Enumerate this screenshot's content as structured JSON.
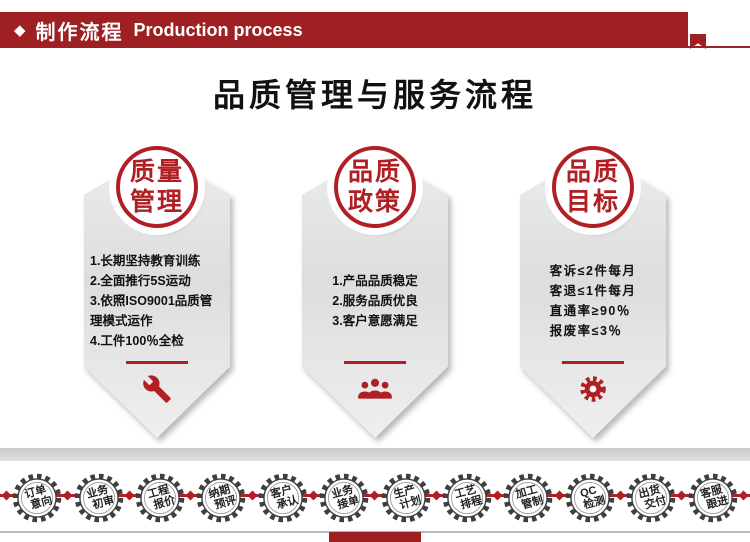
{
  "header": {
    "diamond_icon": "◆",
    "title_zh": "制作流程",
    "title_en": "Production process"
  },
  "main_title": "品质管理与服务流程",
  "cards": [
    {
      "circle_line1": "质量",
      "circle_line2": "管理",
      "items": [
        "1.长期坚持教育训练",
        "2.全面推行5S运动",
        "3.依照ISO9001品质管理模式运作",
        "4.工件100％全检"
      ],
      "icon": "wrench-icon"
    },
    {
      "circle_line1": "品质",
      "circle_line2": "政策",
      "items": [
        "1.产品品质稳定",
        "2.服务品质优良",
        "3.客户意愿满足"
      ],
      "icon": "team-icon"
    },
    {
      "circle_line1": "品质",
      "circle_line2": "目标",
      "items": [
        "客诉≤2件每月",
        "客退≤1件每月",
        "直通率≥90％",
        "报废率≤3％"
      ],
      "icon": "gear-icon"
    }
  ],
  "process_steps": [
    {
      "line1": "订单",
      "line2": "意向"
    },
    {
      "line1": "业务",
      "line2": "初审"
    },
    {
      "line1": "工程",
      "line2": "报价"
    },
    {
      "line1": "纳期",
      "line2": "预评"
    },
    {
      "line1": "客户",
      "line2": "承认"
    },
    {
      "line1": "业务",
      "line2": "接单"
    },
    {
      "line1": "生产",
      "line2": "计划"
    },
    {
      "line1": "工艺",
      "line2": "排程"
    },
    {
      "line1": "加工",
      "line2": "管制"
    },
    {
      "line1": "QC",
      "line2": "检测"
    },
    {
      "line1": "出货",
      "line2": "交付"
    },
    {
      "line1": "客服",
      "line2": "跟进"
    }
  ],
  "colors": {
    "primary_red": "#9e2023",
    "accent_red": "#b01f24",
    "card_gray": "#e6e6e6"
  }
}
